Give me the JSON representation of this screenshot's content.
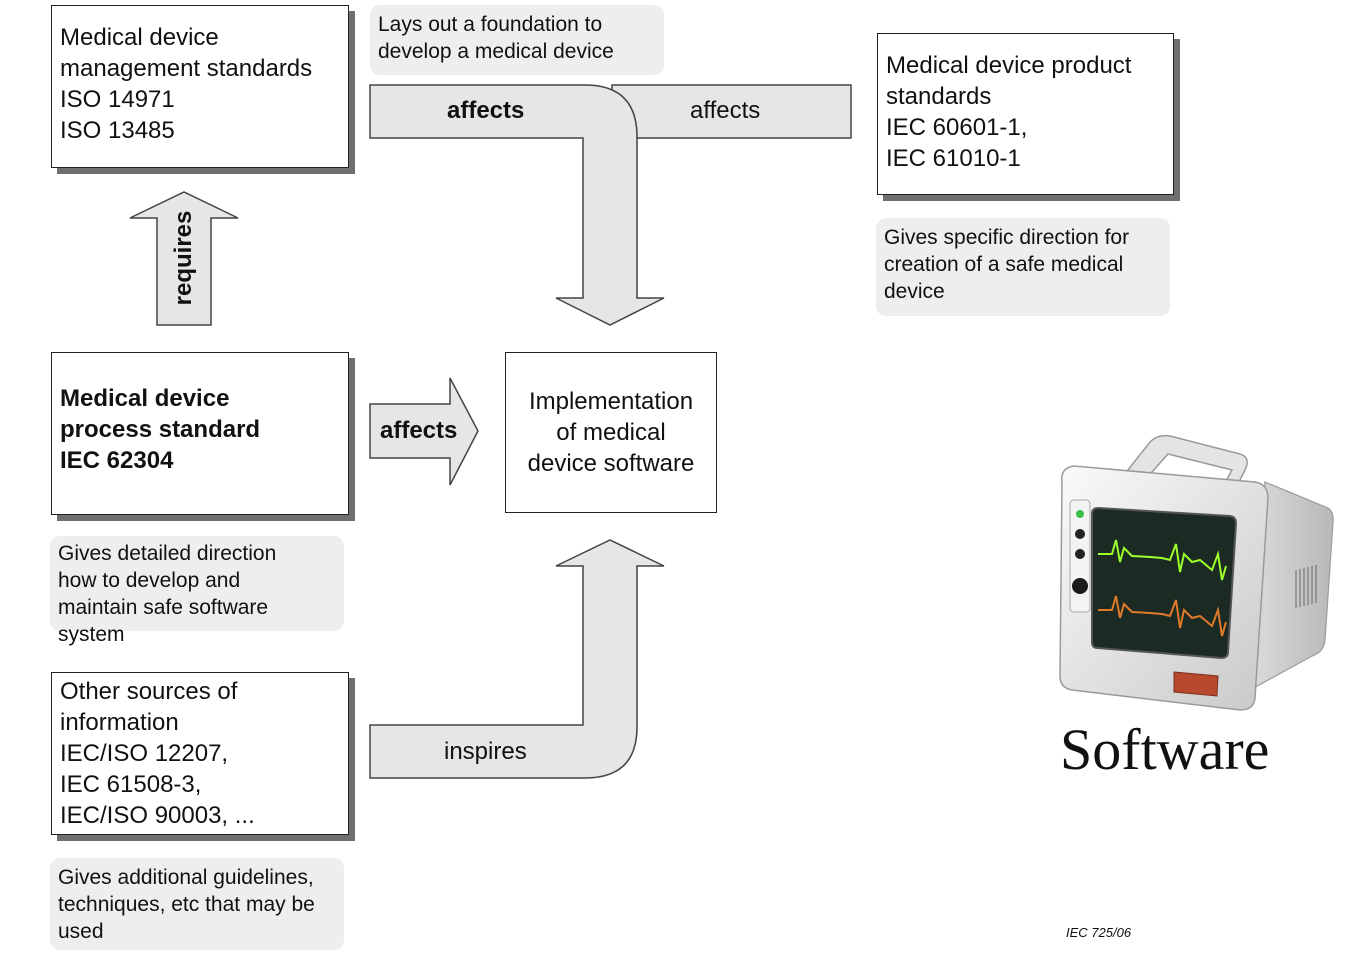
{
  "boxes": {
    "management": {
      "lines": [
        "Medical device",
        "management standards",
        "ISO 14971",
        "ISO 13485"
      ]
    },
    "product": {
      "lines": [
        "Medical device product",
        "standards",
        "IEC 60601-1,",
        "IEC 61010-1"
      ]
    },
    "process": {
      "lines": [
        "Medical device",
        "process standard",
        "IEC 62304"
      ]
    },
    "other": {
      "lines": [
        "Other sources of",
        "information",
        "IEC/ISO 12207,",
        "IEC 61508-3,",
        "IEC/ISO 90003, ..."
      ]
    },
    "implementation": {
      "lines": [
        "Implementation",
        "of medical",
        "device software"
      ]
    }
  },
  "notes": {
    "foundation": {
      "lines": [
        "Lays out a foundation to",
        "develop a medical device"
      ]
    },
    "product": {
      "lines": [
        "Gives specific direction for",
        "creation of a safe medical",
        "device"
      ]
    },
    "process": {
      "lines": [
        "Gives detailed direction",
        "how to develop and",
        "maintain safe software",
        "system"
      ]
    },
    "other": {
      "lines": [
        "Gives additional guidelines,",
        "techniques, etc that may be",
        "used"
      ]
    }
  },
  "arrows": {
    "requires": "requires",
    "affects_left": "affects",
    "affects_right": "affects",
    "affects_process": "affects",
    "inspires": "inspires"
  },
  "software_label": "Software",
  "figure_code": "IEC   725/06",
  "colors": {
    "arrow_fill": "#e6e6e6",
    "arrow_stroke": "#444444",
    "note_bg": "#eeeeee",
    "monitor_body": "#e8e8e8",
    "screen_trace_green": "#9cff2a",
    "screen_trace_orange": "#e07a2a"
  },
  "icons": [
    "patient-monitor-icon"
  ]
}
